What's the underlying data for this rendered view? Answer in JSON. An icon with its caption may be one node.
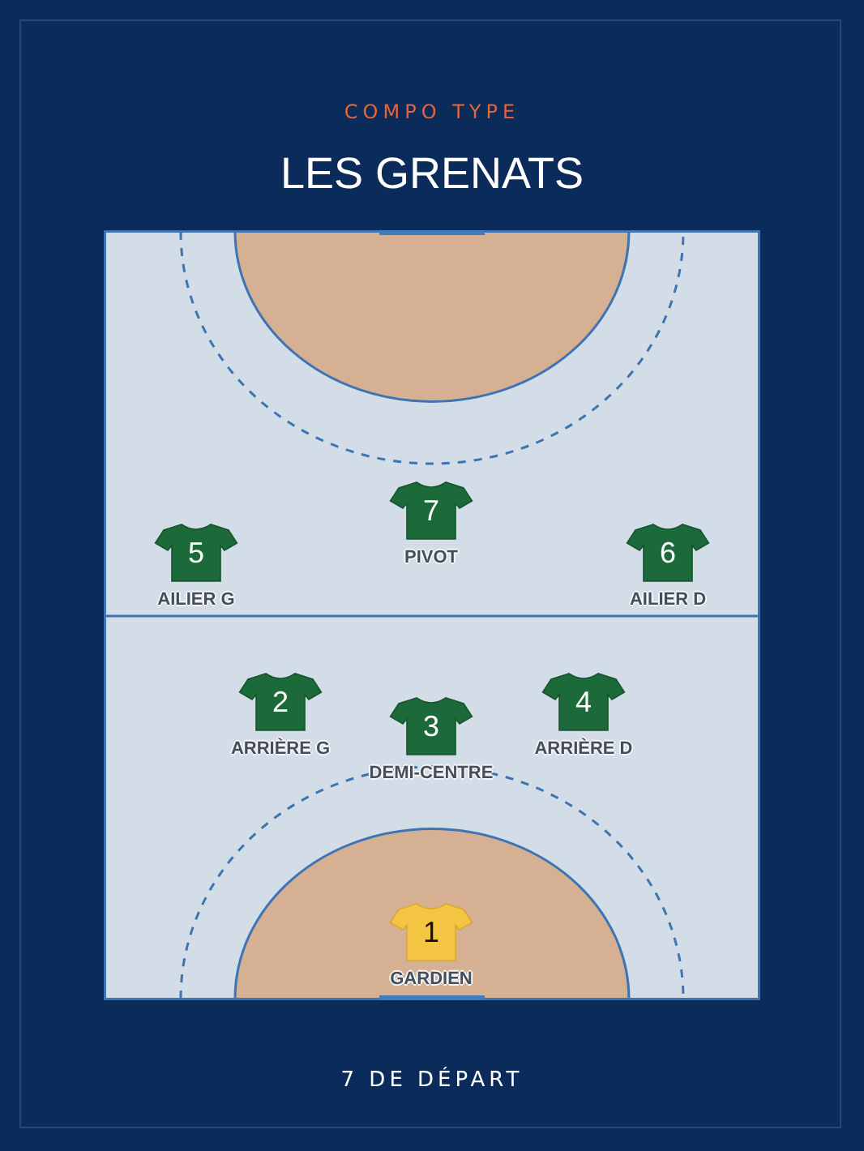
{
  "diagram": {
    "title": "LES GRENATS",
    "caption": "7 DE DÉPART",
    "labels": [
      "COMPO TYPE"
    ],
    "nodes": [
      {
        "text": [
          "7"
        ],
        "beside": [
          "PIVOT"
        ]
      },
      {
        "text": [
          "5"
        ],
        "beside": [
          "AILIER G"
        ]
      },
      {
        "text": [
          "6"
        ],
        "beside": [
          "AILIER D"
        ]
      },
      {
        "text": [
          "2"
        ],
        "beside": [
          "ARRIÈRE G"
        ]
      },
      {
        "text": [
          "3"
        ],
        "beside": [
          "DEMI-CENTRE"
        ]
      },
      {
        "text": [
          "4"
        ],
        "beside": [
          "ARRIÈRE D"
        ]
      },
      {
        "text": [
          "1"
        ],
        "beside": [
          "GARDIEN"
        ]
      }
    ]
  }
}
